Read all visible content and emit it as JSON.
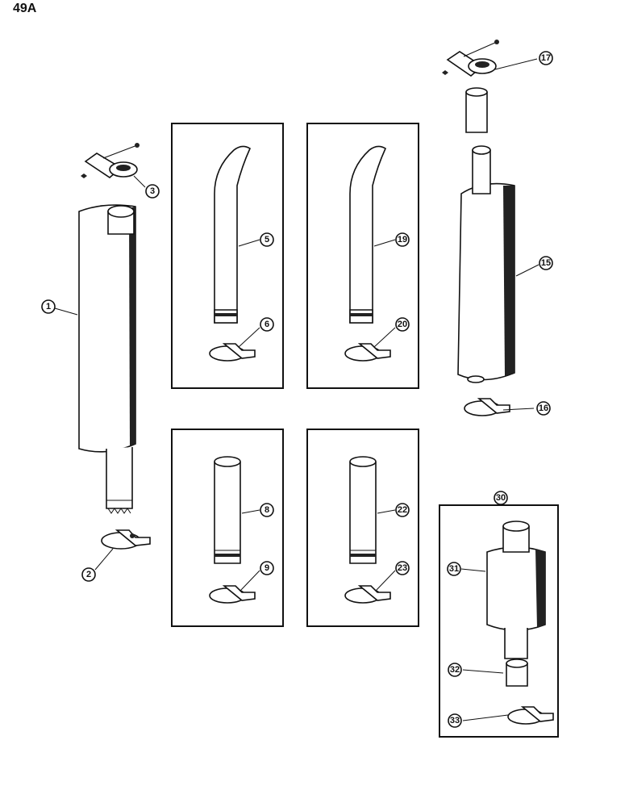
{
  "page": {
    "label": "49A"
  },
  "callouts": {
    "c1": "1",
    "c2": "2",
    "c3": "3",
    "c5": "5",
    "c6": "6",
    "c8": "8",
    "c9": "9",
    "c15": "15",
    "c16": "16",
    "c17": "17",
    "c19": "19",
    "c20": "20",
    "c22": "22",
    "c23": "23",
    "c30": "30",
    "c31": "31",
    "c32": "32",
    "c33": "33"
  },
  "colors": {
    "ink": "#111111",
    "paper": "#ffffff"
  }
}
